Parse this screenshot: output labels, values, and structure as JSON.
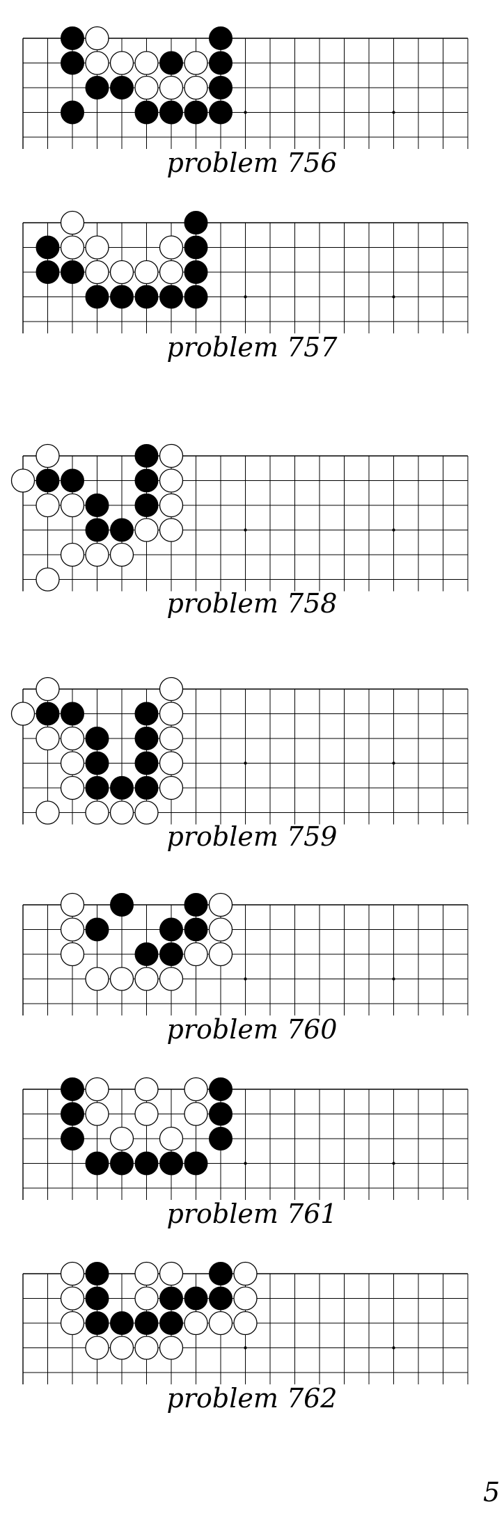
{
  "page_number": "5",
  "stone_colors": {
    "black": "#000000",
    "white": "#ffffff",
    "line": "#000000"
  },
  "problems": [
    {
      "caption": "problem 756",
      "black": [
        [
          2,
          0
        ],
        [
          8,
          0
        ],
        [
          2,
          1
        ],
        [
          6,
          1
        ],
        [
          8,
          1
        ],
        [
          3,
          2
        ],
        [
          4,
          2
        ],
        [
          8,
          2
        ],
        [
          2,
          3
        ],
        [
          5,
          3
        ],
        [
          6,
          3
        ],
        [
          7,
          3
        ],
        [
          8,
          3
        ]
      ],
      "white": [
        [
          3,
          0
        ],
        [
          3,
          1
        ],
        [
          4,
          1
        ],
        [
          5,
          1
        ],
        [
          7,
          1
        ],
        [
          5,
          2
        ],
        [
          6,
          2
        ],
        [
          7,
          2
        ]
      ]
    },
    {
      "caption": "problem 757",
      "black": [
        [
          7,
          0
        ],
        [
          1,
          1
        ],
        [
          7,
          1
        ],
        [
          1,
          2
        ],
        [
          2,
          2
        ],
        [
          7,
          2
        ],
        [
          3,
          3
        ],
        [
          4,
          3
        ],
        [
          5,
          3
        ],
        [
          6,
          3
        ],
        [
          7,
          3
        ]
      ],
      "white": [
        [
          2,
          0
        ],
        [
          2,
          1
        ],
        [
          3,
          1
        ],
        [
          6,
          1
        ],
        [
          3,
          2
        ],
        [
          4,
          2
        ],
        [
          5,
          2
        ],
        [
          6,
          2
        ]
      ]
    },
    {
      "caption": "problem 758",
      "black": [
        [
          5,
          0
        ],
        [
          1,
          1
        ],
        [
          2,
          1
        ],
        [
          5,
          1
        ],
        [
          3,
          2
        ],
        [
          5,
          2
        ],
        [
          3,
          3
        ],
        [
          4,
          3
        ]
      ],
      "white": [
        [
          1,
          0
        ],
        [
          6,
          0
        ],
        [
          0,
          1
        ],
        [
          6,
          1
        ],
        [
          1,
          2
        ],
        [
          2,
          2
        ],
        [
          6,
          2
        ],
        [
          5,
          3
        ],
        [
          6,
          3
        ],
        [
          2,
          4
        ],
        [
          3,
          4
        ],
        [
          4,
          4
        ],
        [
          1,
          5
        ]
      ]
    },
    {
      "caption": "problem 759",
      "black": [
        [
          1,
          1
        ],
        [
          2,
          1
        ],
        [
          5,
          1
        ],
        [
          3,
          2
        ],
        [
          5,
          2
        ],
        [
          3,
          3
        ],
        [
          5,
          3
        ],
        [
          3,
          4
        ],
        [
          4,
          4
        ],
        [
          5,
          4
        ]
      ],
      "white": [
        [
          1,
          0
        ],
        [
          6,
          0
        ],
        [
          0,
          1
        ],
        [
          6,
          1
        ],
        [
          1,
          2
        ],
        [
          2,
          2
        ],
        [
          6,
          2
        ],
        [
          2,
          3
        ],
        [
          6,
          3
        ],
        [
          2,
          4
        ],
        [
          6,
          4
        ],
        [
          1,
          5
        ],
        [
          3,
          5
        ],
        [
          4,
          5
        ],
        [
          5,
          5
        ]
      ]
    },
    {
      "caption": "problem 760",
      "black": [
        [
          4,
          0
        ],
        [
          7,
          0
        ],
        [
          3,
          1
        ],
        [
          6,
          1
        ],
        [
          7,
          1
        ],
        [
          5,
          2
        ],
        [
          6,
          2
        ]
      ],
      "white": [
        [
          2,
          0
        ],
        [
          8,
          0
        ],
        [
          2,
          1
        ],
        [
          8,
          1
        ],
        [
          2,
          2
        ],
        [
          7,
          2
        ],
        [
          8,
          2
        ],
        [
          3,
          3
        ],
        [
          4,
          3
        ],
        [
          5,
          3
        ],
        [
          6,
          3
        ]
      ]
    },
    {
      "caption": "problem 761",
      "black": [
        [
          2,
          0
        ],
        [
          8,
          0
        ],
        [
          2,
          1
        ],
        [
          8,
          1
        ],
        [
          2,
          2
        ],
        [
          8,
          2
        ],
        [
          3,
          3
        ],
        [
          4,
          3
        ],
        [
          5,
          3
        ],
        [
          6,
          3
        ],
        [
          7,
          3
        ]
      ],
      "white": [
        [
          3,
          0
        ],
        [
          5,
          0
        ],
        [
          7,
          0
        ],
        [
          3,
          1
        ],
        [
          5,
          1
        ],
        [
          7,
          1
        ],
        [
          4,
          2
        ],
        [
          6,
          2
        ]
      ]
    },
    {
      "caption": "problem 762",
      "black": [
        [
          3,
          0
        ],
        [
          8,
          0
        ],
        [
          3,
          1
        ],
        [
          6,
          1
        ],
        [
          7,
          1
        ],
        [
          8,
          1
        ],
        [
          3,
          2
        ],
        [
          4,
          2
        ],
        [
          5,
          2
        ],
        [
          6,
          2
        ]
      ],
      "white": [
        [
          2,
          0
        ],
        [
          5,
          0
        ],
        [
          6,
          0
        ],
        [
          9,
          0
        ],
        [
          2,
          1
        ],
        [
          5,
          1
        ],
        [
          9,
          1
        ],
        [
          2,
          2
        ],
        [
          7,
          2
        ],
        [
          8,
          2
        ],
        [
          9,
          2
        ],
        [
          3,
          3
        ],
        [
          4,
          3
        ],
        [
          5,
          3
        ],
        [
          6,
          3
        ]
      ]
    }
  ]
}
